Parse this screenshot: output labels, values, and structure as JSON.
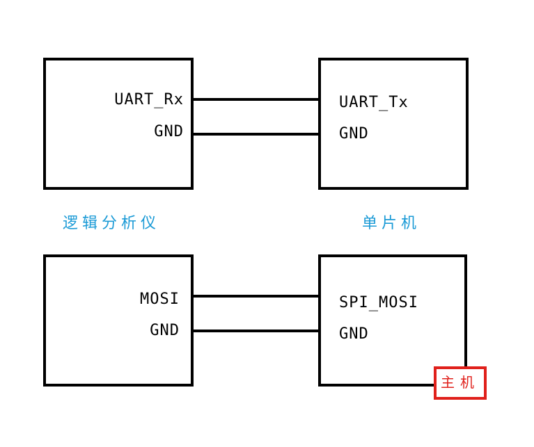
{
  "uart": {
    "left_box": {
      "pins": [
        "UART_Rx",
        "GND"
      ]
    },
    "right_box": {
      "pins": [
        "UART_Tx",
        "GND"
      ]
    }
  },
  "captions": {
    "logic_analyzer": "逻辑分析仪",
    "mcu": "单片机"
  },
  "spi": {
    "left_box": {
      "pins": [
        "MOSI",
        "GND"
      ]
    },
    "right_box": {
      "pins": [
        "SPI_MOSI",
        "GND"
      ]
    },
    "role_tag": "主机"
  },
  "colors": {
    "line": "#000000",
    "caption": "#1a9ad6",
    "tag": "#e0201b"
  }
}
